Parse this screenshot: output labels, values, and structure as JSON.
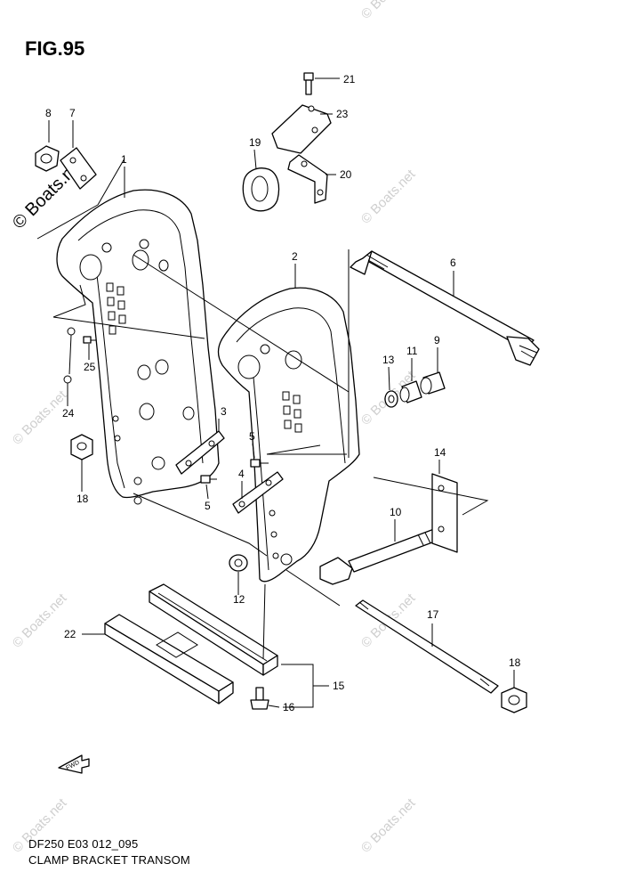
{
  "figure": {
    "title": "FIG.95",
    "code": "DF250 E03 012_095",
    "name": "CLAMP BRACKET TRANSOM"
  },
  "watermark": {
    "main": "© Boats.net",
    "faint": "© Boats.net"
  },
  "fwd_label": "FWD",
  "callouts": {
    "c1": "1",
    "c2": "2",
    "c3": "3",
    "c4": "4",
    "c5a": "5",
    "c5b": "5",
    "c6": "6",
    "c7": "7",
    "c8": "8",
    "c9": "9",
    "c10": "10",
    "c11": "11",
    "c12": "12",
    "c13": "13",
    "c14": "14",
    "c15": "15",
    "c16": "16",
    "c17": "17",
    "c18a": "18",
    "c18b": "18",
    "c19": "19",
    "c20": "20",
    "c21": "21",
    "c22": "22",
    "c23": "23",
    "c24": "24",
    "c25": "25"
  }
}
